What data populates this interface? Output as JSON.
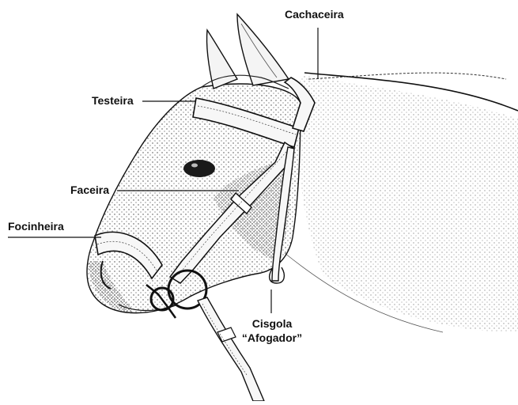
{
  "figure": {
    "background": "#ffffff",
    "ink": "#111111"
  },
  "labels": {
    "cachaceira": "Cachaceira",
    "testeira": "Testeira",
    "faceira": "Faceira",
    "focinheira": "Focinheira",
    "cisgola_line1": "Cisgola",
    "cisgola_line2": "“Afogador”"
  }
}
